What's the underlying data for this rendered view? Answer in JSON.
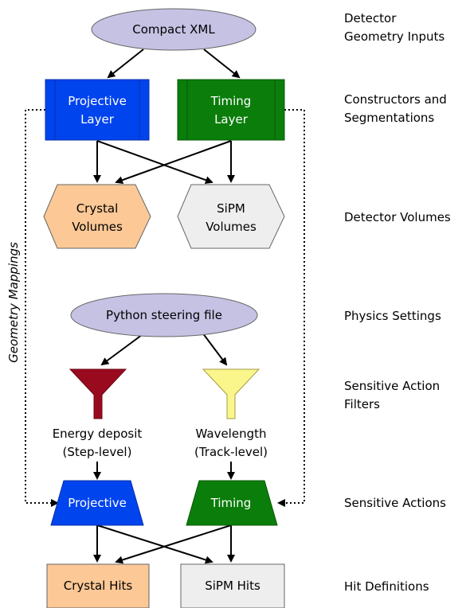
{
  "nodes": {
    "compact_xml": "Compact XML",
    "projective_layer": [
      "Projective",
      "Layer"
    ],
    "timing_layer": [
      "Timing",
      "Layer"
    ],
    "crystal_volumes": [
      "Crystal",
      "Volumes"
    ],
    "sipm_volumes": [
      "SiPM",
      "Volumes"
    ],
    "python_steering": "Python steering file",
    "energy_deposit": [
      "Energy deposit",
      "(Step-level)"
    ],
    "wavelength": [
      "Wavelength",
      "(Track-level)"
    ],
    "projective_action": "Projective",
    "timing_action": "Timing",
    "crystal_hits": "Crystal Hits",
    "sipm_hits": "SiPM Hits",
    "geometry_mappings": "Geometry Mappings"
  },
  "side_labels": {
    "inputs": [
      "Detector",
      "Geometry Inputs"
    ],
    "constructors": [
      "Constructors and",
      "Segmentations"
    ],
    "volumes": [
      "Detector Volumes"
    ],
    "physics": [
      "Physics Settings"
    ],
    "filters": [
      "Sensitive Action",
      "Filters"
    ],
    "actions": [
      "Sensitive Actions"
    ],
    "hits": [
      "Hit Definitions"
    ]
  },
  "colors": {
    "ellipse_fill": "#c5c2e4",
    "projective_blue": "#0044ee",
    "timing_green": "#0a7d0a",
    "crystal_orange": "#fbc896",
    "sipm_gray": "#eeeeee",
    "filter_red": "#9a0a1e",
    "filter_yellow": "#fbf68c"
  }
}
